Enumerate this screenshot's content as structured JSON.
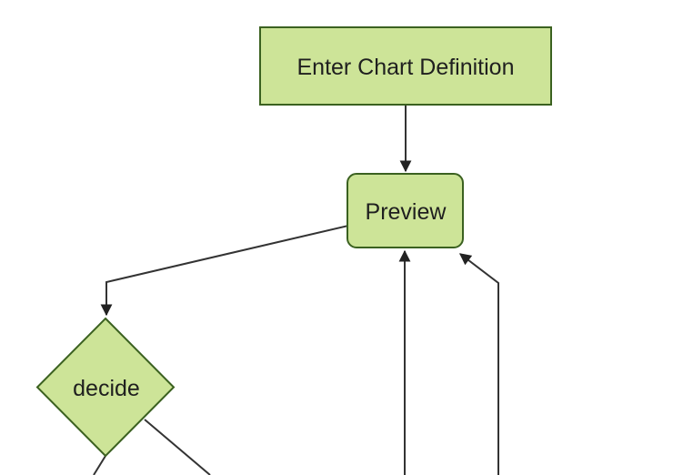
{
  "diagram": {
    "type": "flowchart",
    "direction": "top-down",
    "theme": "forest",
    "nodes": [
      {
        "id": "enter-chart-definition",
        "label": "Enter Chart Definition",
        "shape": "rectangle"
      },
      {
        "id": "preview",
        "label": "Preview",
        "shape": "rounded-rectangle"
      },
      {
        "id": "decide",
        "label": "decide",
        "shape": "diamond"
      }
    ],
    "edges": [
      {
        "from": "enter-chart-definition",
        "to": "preview",
        "arrowhead": true
      },
      {
        "from": "preview",
        "to": "decide",
        "arrowhead": true
      },
      {
        "from": "offscreen-bottom",
        "to": "preview",
        "arrowhead": true
      },
      {
        "from": "offscreen-bottom-right",
        "to": "preview",
        "arrowhead": true
      },
      {
        "from": "decide",
        "to": "offscreen-bottom-left",
        "arrowhead": false
      },
      {
        "from": "decide",
        "to": "offscreen-bottom-right",
        "arrowhead": false
      }
    ],
    "colors": {
      "background": "#ffffff",
      "node_fill": "#cde498",
      "node_stroke": "#3b6120",
      "edge_line": "#333333",
      "arrowhead": "#222222",
      "text": "#1f1f1f"
    }
  }
}
